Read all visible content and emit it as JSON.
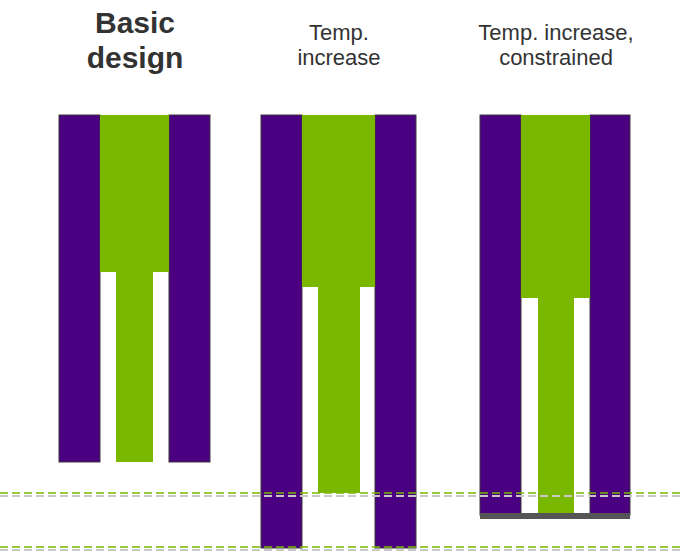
{
  "diagram": {
    "labels": [
      "Basic design",
      "Temp. increase",
      "Temp. increase, constrained"
    ]
  }
}
